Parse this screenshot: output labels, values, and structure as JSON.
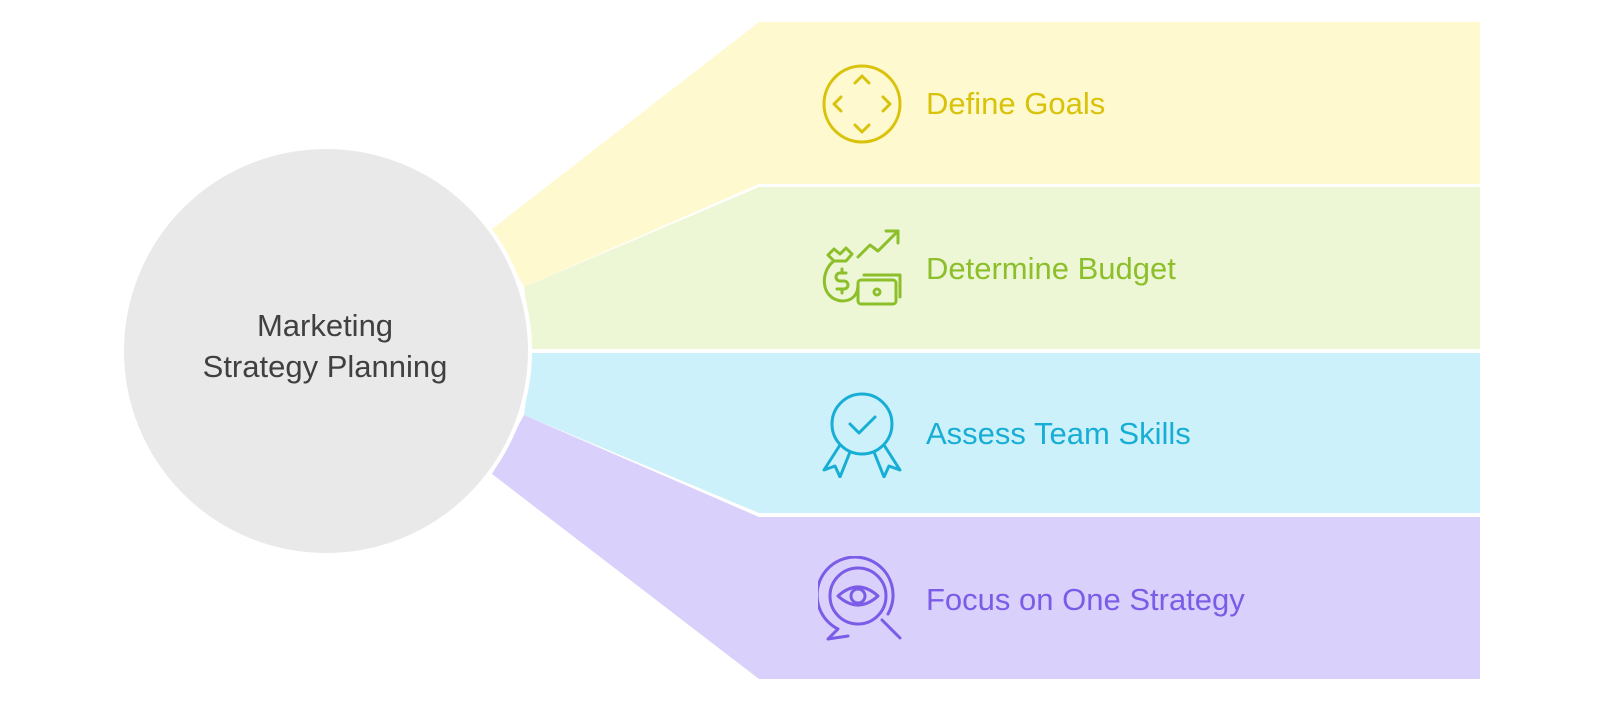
{
  "center": {
    "title_line1": "Marketing",
    "title_line2": "Strategy Planning",
    "fill": "#E9E9E9",
    "text_color": "#404040"
  },
  "branches": [
    {
      "label": "Define Goals",
      "icon": "target-arrows-icon",
      "fill": "#FEF9CF",
      "text_color": "#D9C20A"
    },
    {
      "label": "Determine Budget",
      "icon": "money-bag-growth-icon",
      "fill": "#EDF7D6",
      "text_color": "#8CBF2A"
    },
    {
      "label": "Assess Team Skills",
      "icon": "award-badge-icon",
      "fill": "#CDF1FB",
      "text_color": "#17AED6"
    },
    {
      "label": "Focus on One Strategy",
      "icon": "eye-search-icon",
      "fill": "#D9D0FC",
      "text_color": "#7A5CE6"
    }
  ]
}
